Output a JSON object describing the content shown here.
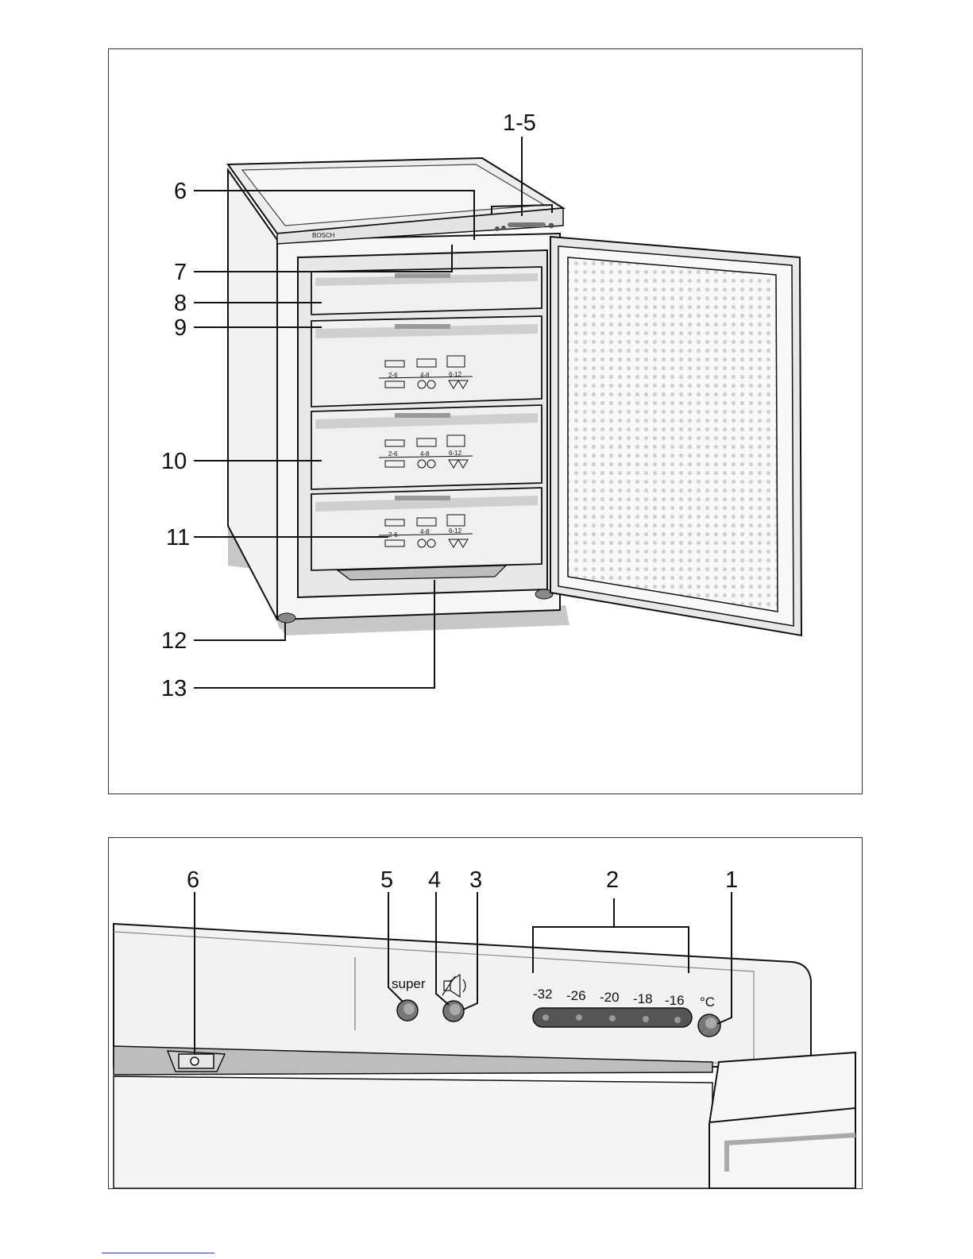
{
  "figure_top": {
    "brand": "BOSCH",
    "callouts": {
      "c1_5": "1-5",
      "c6": "6",
      "c7": "7",
      "c8": "8",
      "c9": "9",
      "c10": "10",
      "c11": "11",
      "c12": "12",
      "c13": "13"
    },
    "drawer_labels": [
      "2-6",
      "4-8",
      "6-12"
    ]
  },
  "figure_bottom": {
    "callouts": {
      "c1": "1",
      "c2": "2",
      "c3": "3",
      "c4": "4",
      "c5": "5",
      "c6": "6"
    },
    "super_label": "super",
    "temperatures": [
      "-32",
      "-26",
      "-20",
      "-18",
      "-16"
    ],
    "unit_label": "°C"
  },
  "colors": {
    "shadow": "#c8c8c8",
    "panel_fill": "#efefef",
    "line": "#111111"
  }
}
